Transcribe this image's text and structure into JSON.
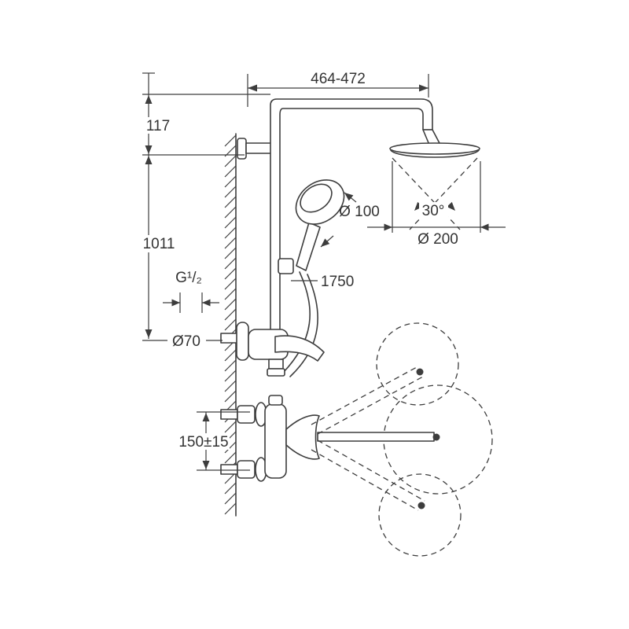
{
  "page": {
    "background": "#ffffff",
    "line_color": "#3d3d3d",
    "text_color": "#333333"
  },
  "drawing": {
    "kind": "technical-dimension-drawing",
    "subject": "wall-mounted shower system with head shower, hand shower and mixers",
    "labels": {
      "top_width": "464-472",
      "top_offset": "117",
      "column_height": "1011",
      "thread_size": "G¹/₂",
      "escutcheon_diameter": "Ø70",
      "hand_shower_diameter": "Ø 100",
      "hose_length": "1750",
      "spray_angle": "30°",
      "head_shower_diameter": "Ø 200",
      "inlet_spacing": "150±15"
    }
  }
}
